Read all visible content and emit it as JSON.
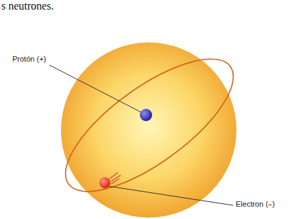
{
  "diagram": {
    "labels": [
      "s neutrones.",
      "Protón (+)",
      "Electron (–)"
    ]
  }
}
